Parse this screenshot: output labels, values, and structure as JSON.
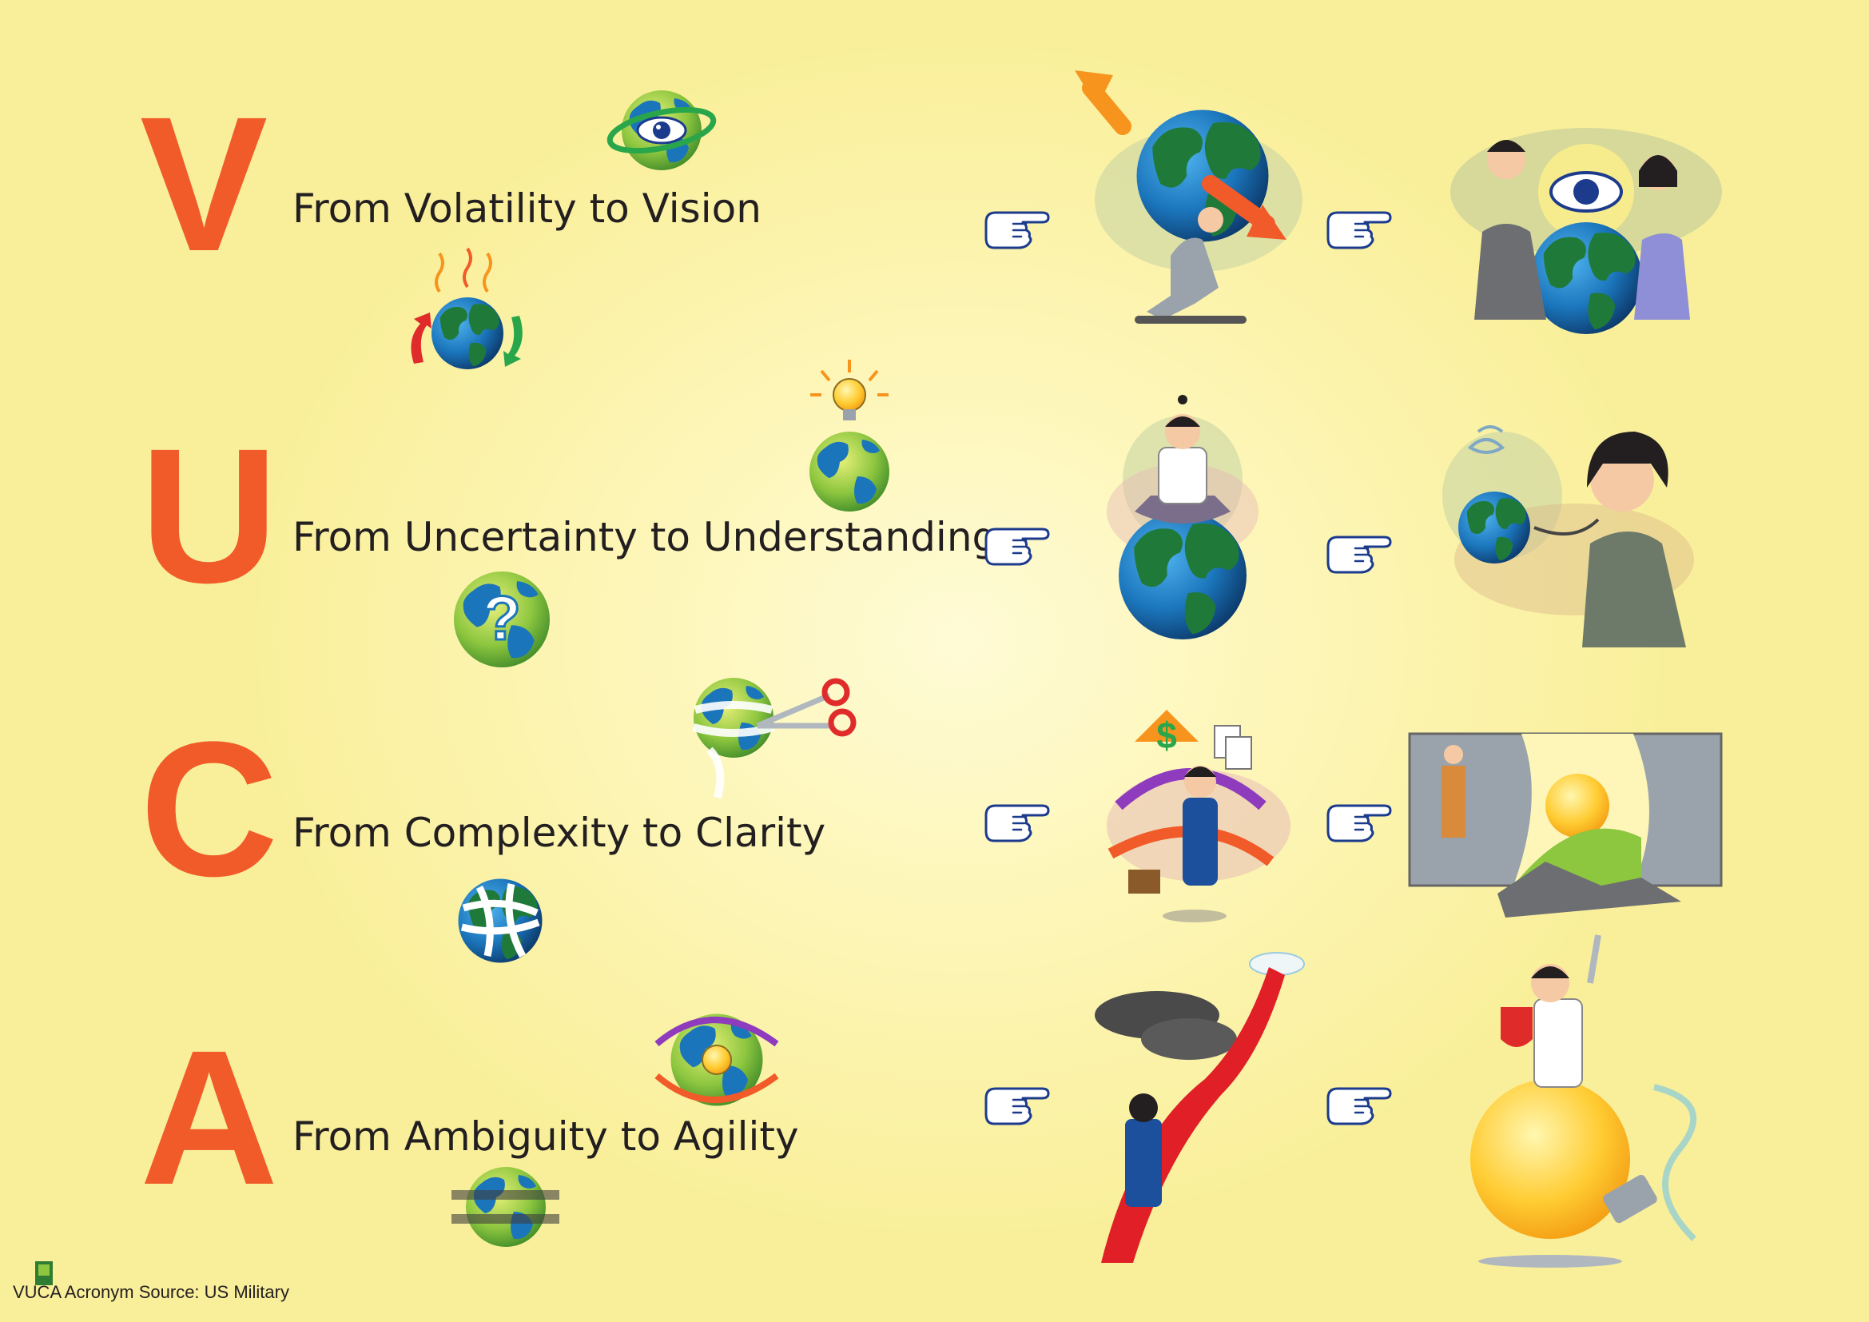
{
  "rows": [
    {
      "letter": "V",
      "caption": "From Volatility to Vision"
    },
    {
      "letter": "U",
      "caption": "From Uncertainty to Understanding"
    },
    {
      "letter": "C",
      "caption": "From Complexity to Clarity"
    },
    {
      "letter": "A",
      "caption": "From Ambiguity to Agility"
    }
  ],
  "footer": {
    "source": "VUCA Acronym Source: US Military"
  },
  "colors": {
    "letter": "#f15a29",
    "text": "#231f20",
    "ocean": "#1b75bb",
    "land": "#1f7a3a",
    "background": "#fdf6b8"
  },
  "icons": {
    "pointer": "pointing-hand-icon",
    "globe": "globe-icon"
  }
}
